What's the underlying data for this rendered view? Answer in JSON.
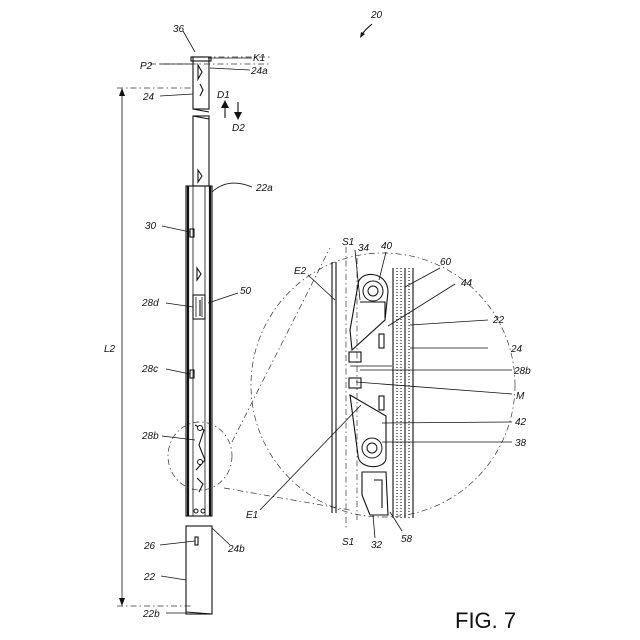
{
  "figure": {
    "assembly_ref": "20",
    "caption": "FIG. 7"
  },
  "labels": {
    "l36": "36",
    "lK1": "K1",
    "lP2": "P2",
    "l24a": "24a",
    "l24": "24",
    "lD1": "D1",
    "lD2": "D2",
    "l22a": "22a",
    "l30": "30",
    "l28d": "28d",
    "l50": "50",
    "lL2": "L2",
    "l28c": "28c",
    "l28b": "28b",
    "l26": "26",
    "l24b": "24b",
    "l22": "22",
    "l22b": "22b",
    "lE1": "E1"
  },
  "detail_labels": {
    "S1_top": "S1",
    "l34": "34",
    "l40": "40",
    "l60": "60",
    "lE2": "E2",
    "l44": "44",
    "l22": "22",
    "l24": "24",
    "l28b": "28b",
    "lM": "M",
    "l42": "42",
    "l38": "38",
    "S1_bottom": "S1",
    "l32": "32",
    "l58": "58"
  }
}
